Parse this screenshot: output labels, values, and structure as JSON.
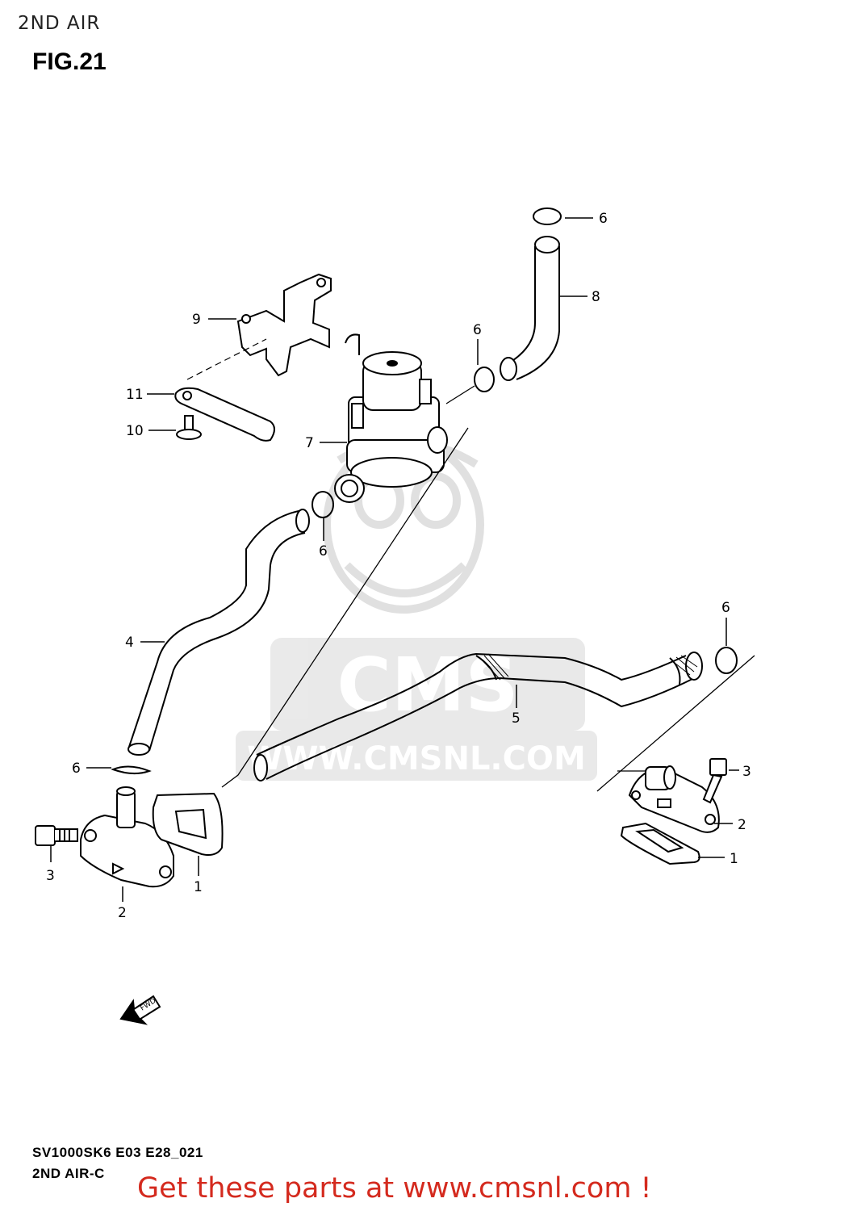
{
  "header": {
    "section_title": "2ND AIR",
    "figure_title": "FIG.21"
  },
  "watermark": {
    "brand": "CMS",
    "url": "WWW.CMSNL.COM",
    "color": "#d8d8d8"
  },
  "callouts": {
    "c1a": "1",
    "c1b": "1",
    "c2a": "2",
    "c2b": "2",
    "c3a": "3",
    "c3b": "3",
    "c4": "4",
    "c5": "5",
    "c6a": "6",
    "c6b": "6",
    "c6c": "6",
    "c6d": "6",
    "c6e": "6",
    "c7": "7",
    "c8": "8",
    "c9": "9",
    "c10": "10",
    "c11": "11"
  },
  "fwd_label": "FWD",
  "footer": {
    "model_code": "SV1000SK6 E03 E28_021",
    "diagram_code": "2ND AIR-C",
    "cta": "Get these parts at www.cmsnl.com !",
    "cta_color": "#d42a1e"
  }
}
